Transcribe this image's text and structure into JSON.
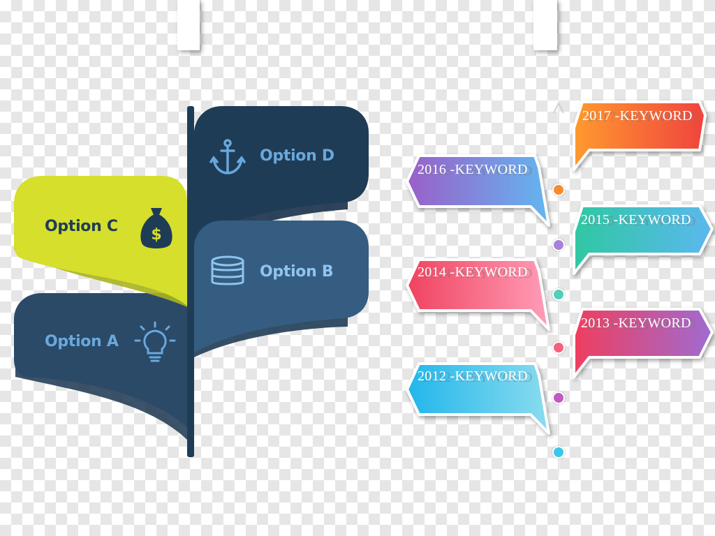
{
  "left_diagram": {
    "options": [
      {
        "label": "Option D",
        "icon": "anchor-icon",
        "bg": "#1f3c56",
        "text_color": "#6aa8dc"
      },
      {
        "label": "Option C",
        "icon": "money-bag-icon",
        "bg": "#d5df2c",
        "text_color": "#1f3c56"
      },
      {
        "label": "Option B",
        "icon": "database-icon",
        "bg": "#355d81",
        "text_color": "#8fc4ef"
      },
      {
        "label": "Option A",
        "icon": "lightbulb-icon",
        "bg": "#2a4a68",
        "text_color": "#6aa8dc"
      }
    ],
    "stem_color": "#1f3c56"
  },
  "timeline": {
    "items": [
      {
        "label": "2017 -KEYWORD",
        "side": "right",
        "colors": [
          "#ff9a2e",
          "#f0433e"
        ],
        "dot": "#f68b2f"
      },
      {
        "label": "2016 -KEYWORD",
        "side": "left",
        "colors": [
          "#9a5fc8",
          "#63b6f0"
        ],
        "dot": "#a782d6"
      },
      {
        "label": "2015 -KEYWORD",
        "side": "right",
        "colors": [
          "#30c7a3",
          "#5bb8ef"
        ],
        "dot": "#55cdb9"
      },
      {
        "label": "2014 -KEYWORD",
        "side": "left",
        "colors": [
          "#f0435e",
          "#ff9db8"
        ],
        "dot": "#f3617e"
      },
      {
        "label": "2013 -KEYWORD",
        "side": "right",
        "colors": [
          "#ef3e5e",
          "#a06bd2"
        ],
        "dot": "#c05ac4"
      },
      {
        "label": "2012 -KEYWORD",
        "side": "left",
        "colors": [
          "#22b6ea",
          "#8adcef"
        ],
        "dot": "#3cc7e8"
      }
    ]
  }
}
